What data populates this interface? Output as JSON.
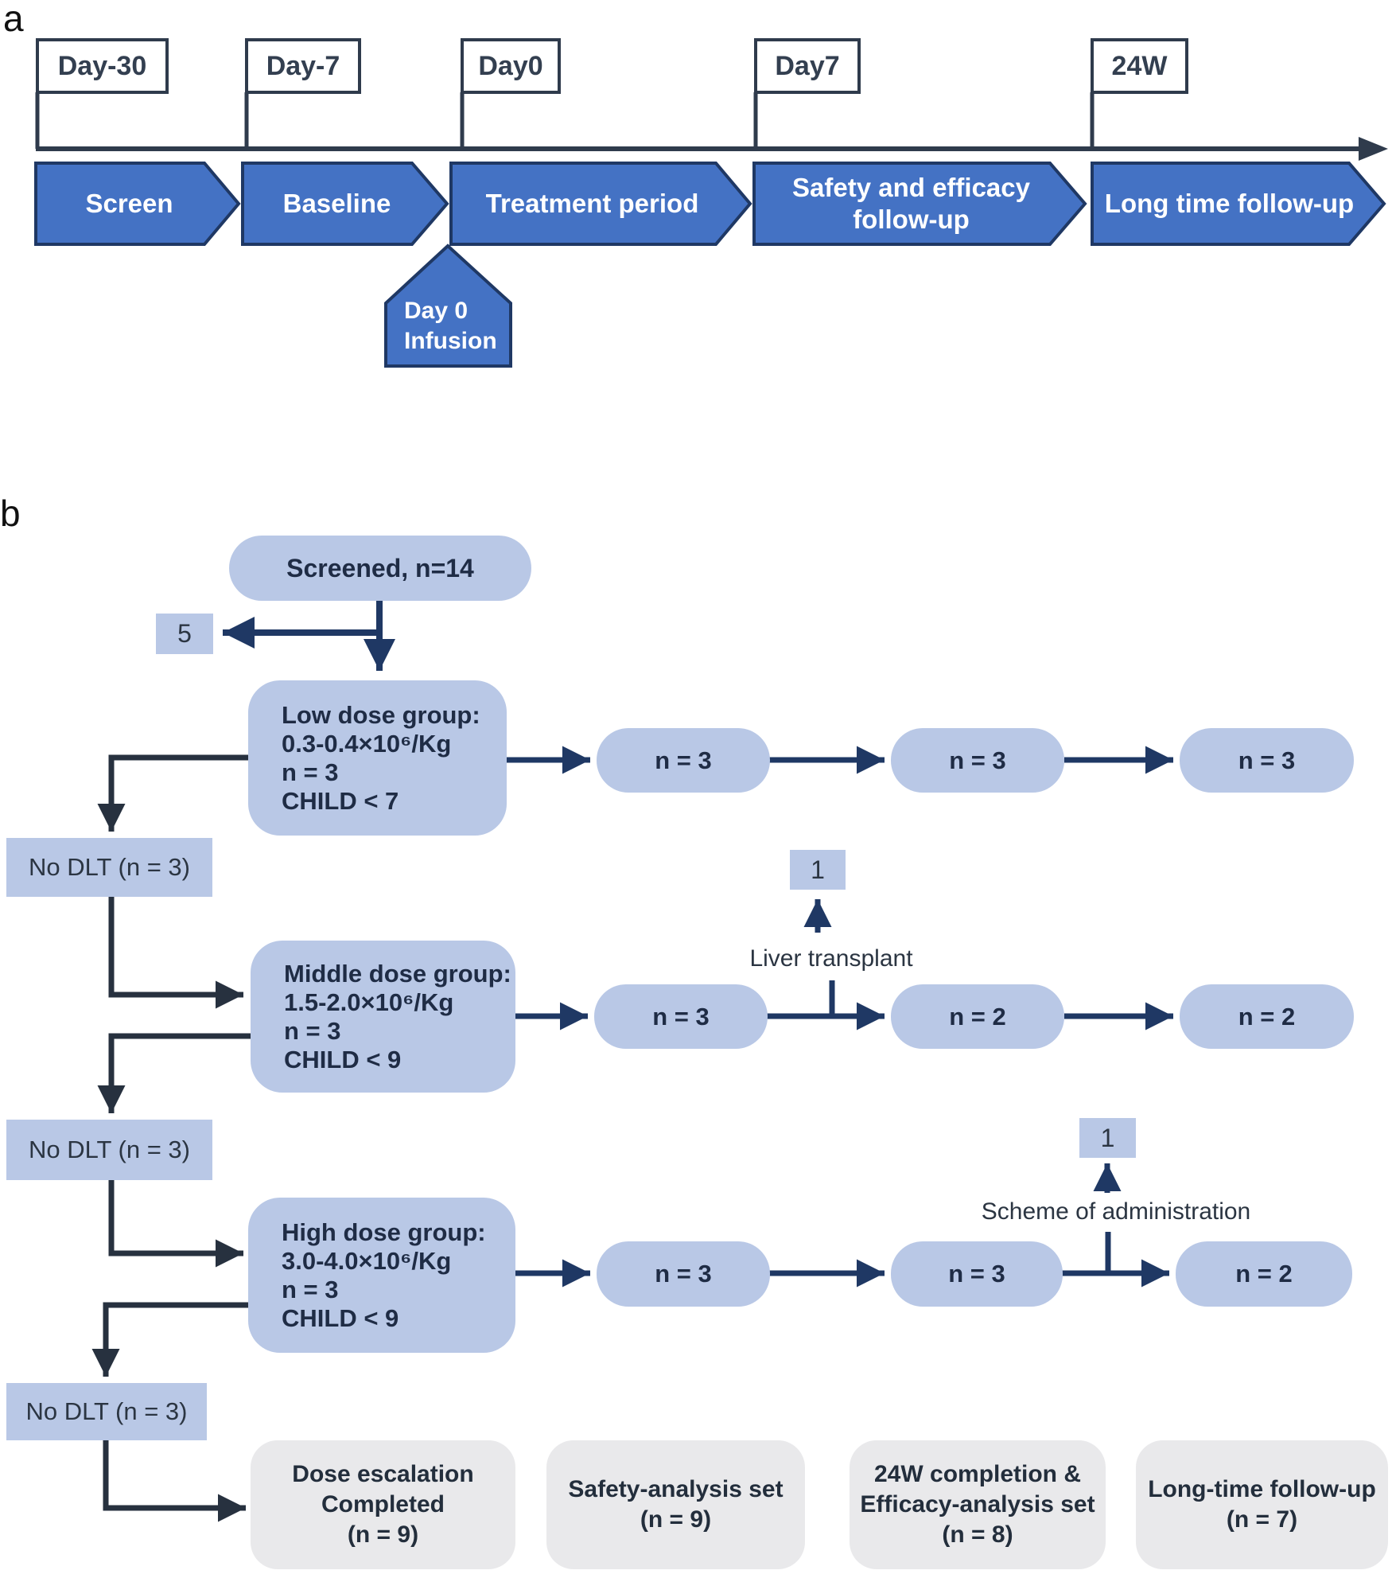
{
  "colors": {
    "phase_fill": "#4472c4",
    "phase_border": "#1f3864",
    "timeline": "#2f3b4c",
    "light_blue_box": "#b9c8e6",
    "navy_arrow": "#1f3864",
    "dark_arrow": "#27313f",
    "gray_box": "#e9e9eb"
  },
  "panel_a": {
    "label": "a",
    "flags": [
      {
        "label": "Day-30"
      },
      {
        "label": "Day-7"
      },
      {
        "label": "Day0"
      },
      {
        "label": "Day7"
      },
      {
        "label": "24W"
      }
    ],
    "phases": [
      {
        "label": "Screen"
      },
      {
        "label": "Baseline"
      },
      {
        "label": "Treatment period"
      },
      {
        "label": "Safety and efficacy follow-up"
      },
      {
        "label": "Long time follow-up"
      }
    ],
    "infusion_callout": {
      "line1": "Day 0",
      "line2": "Infusion"
    }
  },
  "panel_b": {
    "label": "b",
    "screened_label": "Screened, n=14",
    "excluded_count": "5",
    "dose_groups": [
      {
        "lines": [
          "Low dose group:",
          "0.3-0.4×10⁶/Kg",
          "n = 3",
          "CHILD < 7"
        ]
      },
      {
        "lines": [
          "Middle dose group:",
          "1.5-2.0×10⁶/Kg",
          "n = 3",
          "CHILD < 9"
        ]
      },
      {
        "lines": [
          "High dose group:",
          "3.0-4.0×10⁶/Kg",
          "n = 3",
          "CHILD < 9"
        ]
      }
    ],
    "no_dlt_labels": [
      "No DLT (n = 3)",
      "No DLT (n = 3)",
      "No DLT (n = 3)"
    ],
    "row_pills": [
      [
        "n = 3",
        "n = 3",
        "n = 3"
      ],
      [
        "n = 3",
        "n = 2",
        "n = 2"
      ],
      [
        "n = 3",
        "n = 3",
        "n = 2"
      ]
    ],
    "dropout_liver": {
      "count": "1",
      "label": "Liver transplant"
    },
    "dropout_scheme": {
      "count": "1",
      "label": "Scheme of administration"
    },
    "summary_boxes": [
      {
        "lines": [
          "Dose escalation",
          "Completed",
          "(n = 9)"
        ]
      },
      {
        "lines": [
          "Safety-analysis set",
          "(n = 9)",
          ""
        ]
      },
      {
        "lines": [
          "24W completion &",
          "Efficacy-analysis set",
          "(n = 8)"
        ]
      },
      {
        "lines": [
          "Long-time follow-up",
          "(n = 7)",
          ""
        ]
      }
    ]
  }
}
